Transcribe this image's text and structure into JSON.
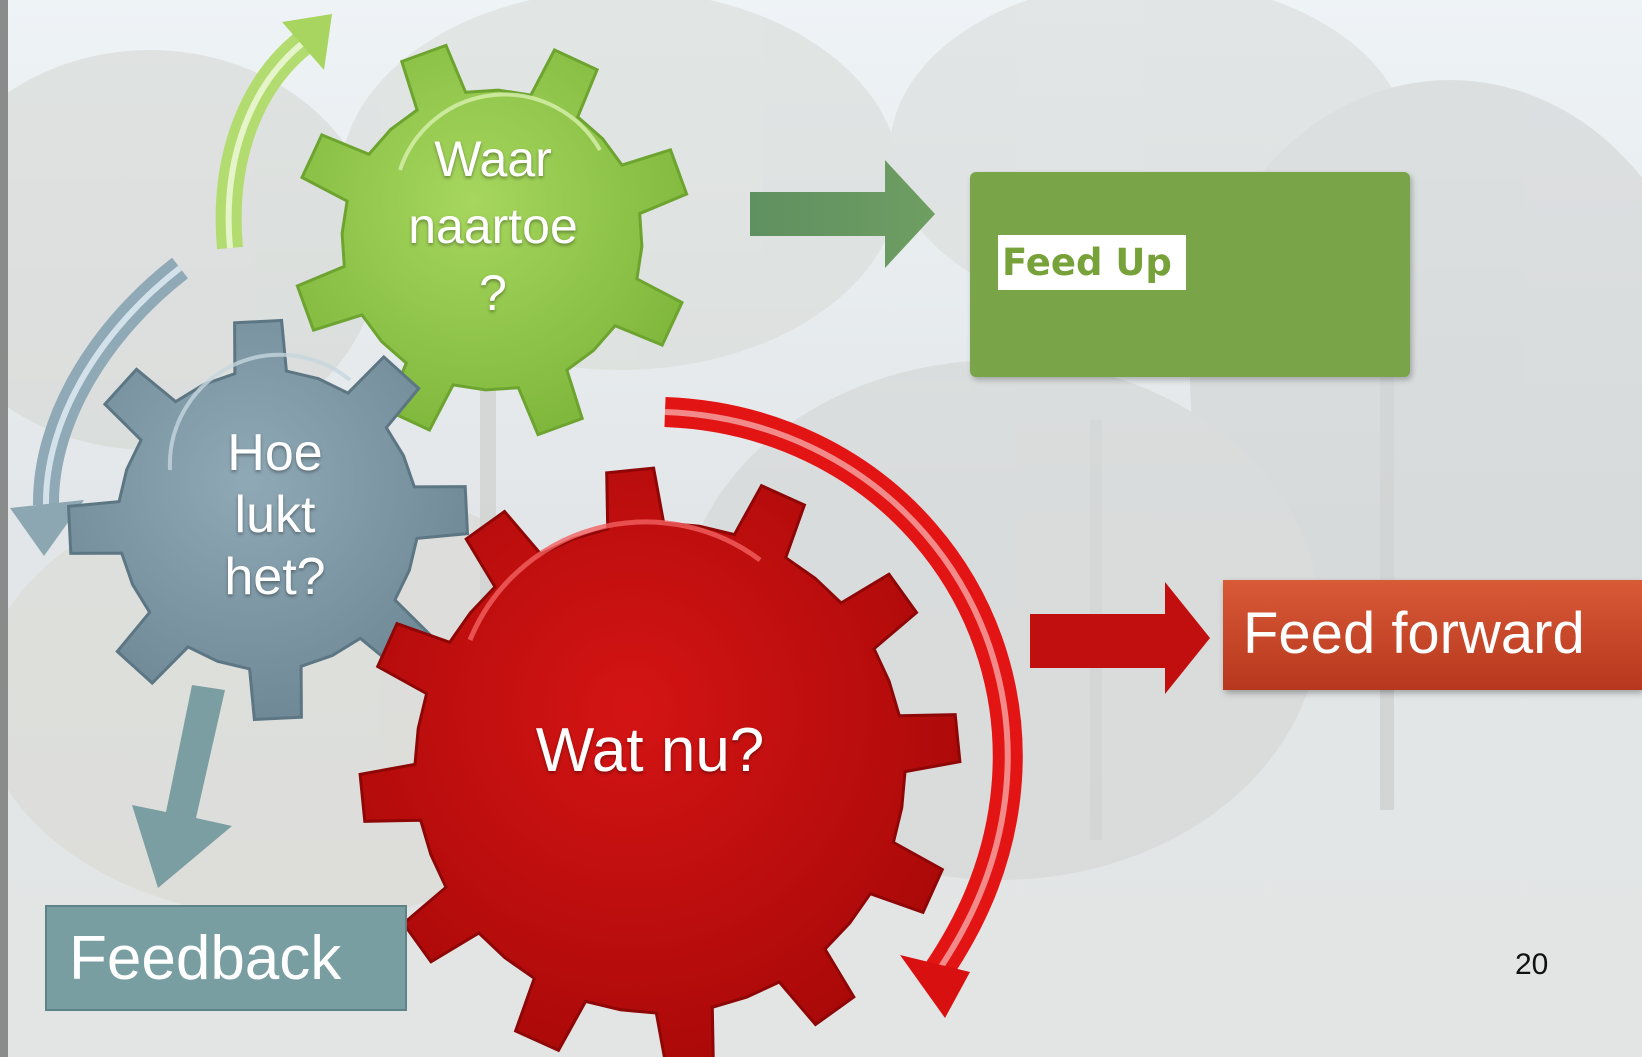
{
  "gears": {
    "waar_naartoe": "Waar\nnaartoe\n?",
    "hoe_lukt_het": "Hoe\nlukt\nhet?",
    "wat_nu": "Wat nu?"
  },
  "boxes": {
    "feed_up": "Feed Up",
    "feed_forward": "Feed forward",
    "feedback": "Feedback"
  },
  "slide_number": "20",
  "colors": {
    "green_gear": "#8cc443",
    "grey_gear": "#7b95a2",
    "red_gear": "#c30d0d",
    "feed_up_box": "#7aa448",
    "feed_forward_box": "#c8472a",
    "feedback_box": "#789ea2"
  }
}
